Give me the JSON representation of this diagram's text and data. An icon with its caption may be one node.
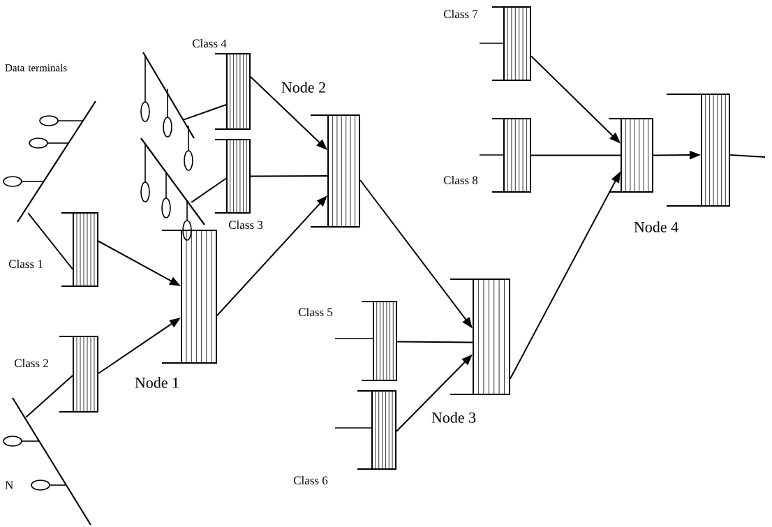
{
  "diagram": {
    "nodes": [
      {
        "text": [
          "Data terminals"
        ]
      },
      {
        "text": [],
        "shape": "picture"
      },
      {
        "text": [
          "Class 4"
        ]
      },
      {
        "text": [
          "Node 2"
        ]
      },
      {
        "text": [],
        "shape": "picture"
      },
      {
        "text": [
          "Class 3"
        ]
      },
      {
        "text": [
          "Class 7"
        ]
      },
      {
        "text": [
          "Class 8"
        ]
      },
      {
        "text": [
          "Node 4"
        ]
      },
      {
        "text": [],
        "shape": "box"
      },
      {
        "text": [
          "Class 1"
        ]
      },
      {
        "text": [
          "Node 1"
        ]
      },
      {
        "text": [
          "Class 2"
        ]
      },
      {
        "text": [
          "Class 5"
        ]
      },
      {
        "text": [
          "Node 3"
        ]
      },
      {
        "text": [
          "Class 6"
        ]
      },
      {
        "text": [
          "N"
        ]
      }
    ],
    "edges": [
      {
        "from": 0,
        "to": 10,
        "arrow": "none"
      },
      {
        "from": 1,
        "to": 2,
        "arrow": "none"
      },
      {
        "from": 4,
        "to": 5,
        "arrow": "none"
      },
      {
        "from": 16,
        "to": 12,
        "arrow": "none"
      },
      {
        "from": 10,
        "to": 11,
        "arrow": "to"
      },
      {
        "from": 12,
        "to": 11,
        "arrow": "to"
      },
      {
        "from": 2,
        "to": 3,
        "arrow": "to"
      },
      {
        "from": 5,
        "to": 3,
        "arrow": "none"
      },
      {
        "from": 11,
        "to": 3,
        "arrow": "to"
      },
      {
        "from": 3,
        "to": 14,
        "arrow": "to"
      },
      {
        "from": 13,
        "to": 14,
        "arrow": "none"
      },
      {
        "from": 15,
        "to": 14,
        "arrow": "to"
      },
      {
        "from": 6,
        "to": 8,
        "arrow": "to"
      },
      {
        "from": 7,
        "to": 8,
        "arrow": "none"
      },
      {
        "from": 14,
        "to": 8,
        "arrow": "to"
      },
      {
        "from": 8,
        "to": 9,
        "arrow": "to"
      },
      {
        "from": 9,
        "to": null,
        "arrow": "none"
      }
    ]
  }
}
